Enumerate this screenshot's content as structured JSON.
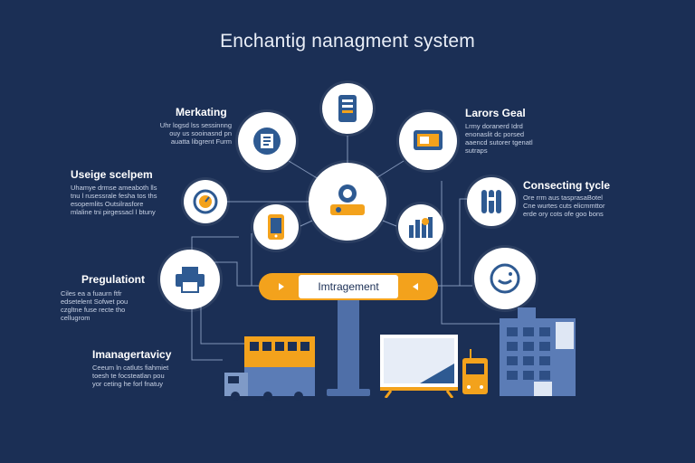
{
  "title": "Enchantig nanagment system",
  "center_bar": {
    "label": "Imtragement"
  },
  "sections": {
    "marketing": {
      "label": "Merkating",
      "lines": [
        "Uhr logsd lss sessinnng",
        "ouy us sooinasnd pn",
        "auatta libgrent Furm"
      ]
    },
    "larors": {
      "label": "Larors Geal",
      "lines": [
        "Lrmy doranerd Idrd",
        "enonaslit dc porsed",
        "aaencd sutorer tgenatl",
        "sutraps"
      ]
    },
    "usage": {
      "label": "Useige scelpem",
      "lines": [
        "Uhamye drmse ameaboth lls",
        "tnu l rusessrale fesha tos ths",
        "esopemlits Outsilrasfore",
        "mlaline tni pirgessacl l btuny"
      ]
    },
    "connecting": {
      "label": "Consecting tycle",
      "lines": [
        "Ore rrm aus tasprasaBotel",
        "Cne wurtes cuts elicmmttor",
        "erde ory cots ofe goo bons"
      ]
    },
    "pregulation": {
      "label": "Pregulationt",
      "lines": [
        "Ciles ea a fuaurn ftfr",
        "edsetelent Sofwet pou",
        "czgltne fuse recte tho",
        "cellugrom"
      ]
    },
    "imanagerativity": {
      "label": "Imanagertavicy",
      "lines": [
        "Ceeum ln catluts fiahmiet",
        "toesh te focsteatlan pou",
        "yor ceting he forl fnatuy"
      ]
    }
  },
  "icons": {
    "top": "tablet-icon",
    "upper_left": "document-icon",
    "upper_right": "monitor-icon",
    "mid_left": "gauge-icon",
    "center": "projector-icon",
    "inner_left": "phone-icon",
    "inner_right": "bar-chart-icon",
    "right": "sliders-icon",
    "lower_right": "chat-icon",
    "lower_left": "printer-icon"
  },
  "colors": {
    "background": "#1b2f55",
    "accent": "#f3a21c",
    "icon_blue": "#2e5a92",
    "steel": "#4f6fa8"
  }
}
